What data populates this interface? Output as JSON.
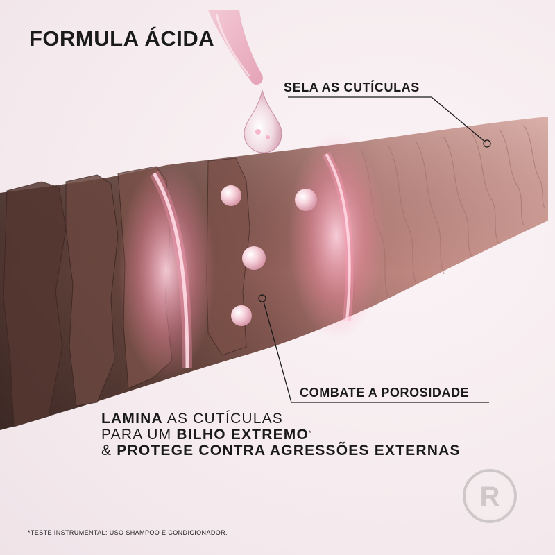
{
  "title": "FORMULA ÁCIDA",
  "callouts": {
    "seals": "SELA AS CUTÍCULAS",
    "porosity": "COMBATE A POROSIDADE"
  },
  "claims": {
    "line1_bold": "LAMINA",
    "line1_rest": " AS CUTÍCULAS",
    "line2_pre": "PARA UM ",
    "line2_bold": "BILHO EXTREMO",
    "line2_sup": "*",
    "line3_amp": "& ",
    "line3_bold": "PROTEGE CONTRA AGRESSÕES EXTERNAS"
  },
  "footnote": "*TESTE INSTRUMENTAL: USO SHAMPOO E CONDICIONADOR.",
  "logo": {
    "letter": "R",
    "icon": "brand-logo-icon"
  },
  "colors": {
    "background": "#f7eef1",
    "hair_dark": "#5e3f38",
    "hair_light": "#c48e86",
    "glow": "#ff8fae",
    "text": "#1a1a1a",
    "logo": "#cfc8c9"
  }
}
